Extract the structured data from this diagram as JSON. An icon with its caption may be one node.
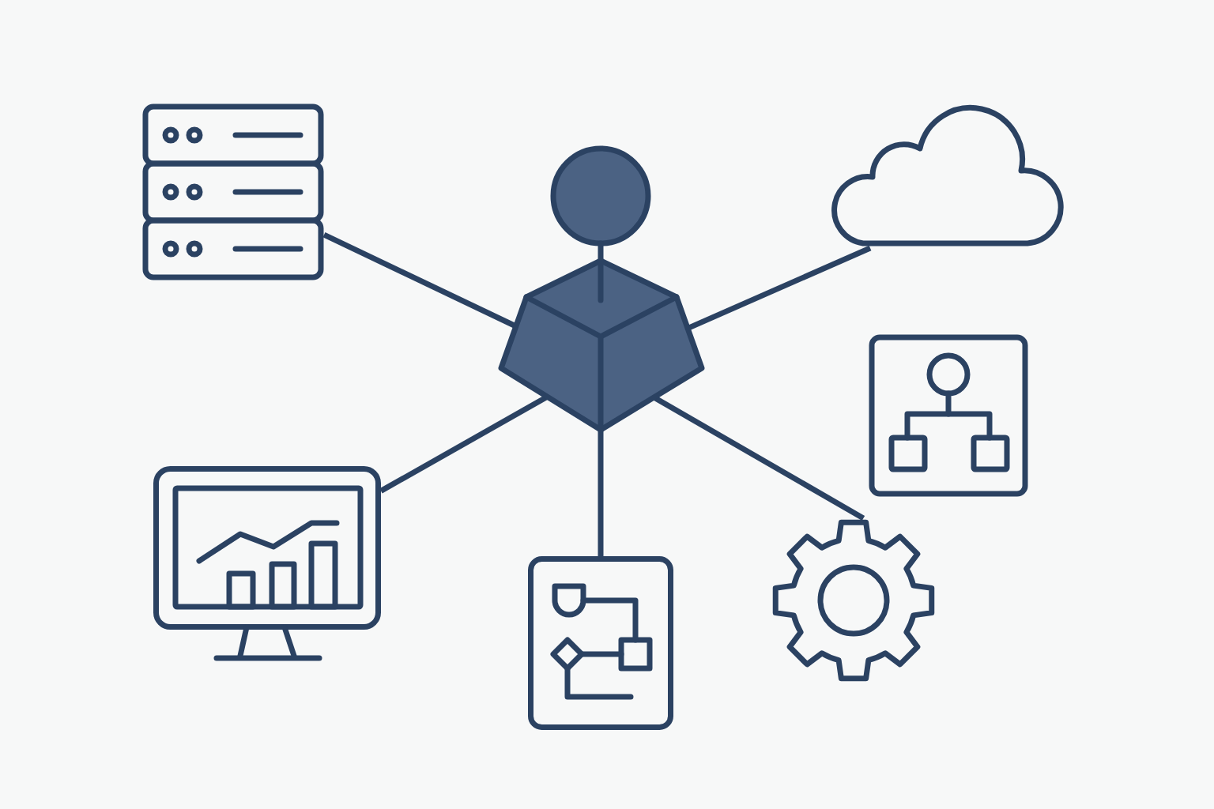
{
  "diagram": {
    "nodes": [
      {
        "text": [],
        "shape": "picture"
      },
      {
        "text": [],
        "shape": "person"
      },
      {
        "text": [],
        "shape": "cloud"
      },
      {
        "text": [],
        "shape": "picture"
      },
      {
        "text": [],
        "shape": "picture"
      },
      {
        "text": [],
        "shape": "picture"
      },
      {
        "text": [],
        "shape": "picture"
      }
    ],
    "edges": [
      {
        "from": 1,
        "to": 0,
        "arrow": "none"
      },
      {
        "from": 1,
        "to": 2,
        "arrow": "none"
      },
      {
        "from": 1,
        "to": 5,
        "arrow": "none"
      },
      {
        "from": 1,
        "to": 6,
        "arrow": "none"
      },
      {
        "from": 1,
        "to": 4,
        "arrow": "none"
      }
    ]
  }
}
